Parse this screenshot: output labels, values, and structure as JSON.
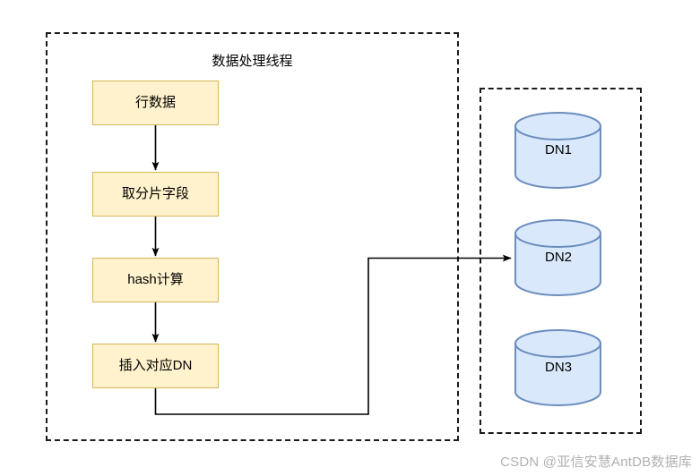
{
  "diagram": {
    "groups": [
      {
        "id": "thread",
        "title": "数据处理线程"
      },
      {
        "id": "dn",
        "title": ""
      }
    ],
    "process_boxes": [
      {
        "id": "row-data",
        "label": "行数据"
      },
      {
        "id": "shard-key",
        "label": "取分片字段"
      },
      {
        "id": "hash",
        "label": "hash计算"
      },
      {
        "id": "insert-dn",
        "label": "插入对应DN"
      }
    ],
    "datanodes": [
      {
        "id": "dn1",
        "label": "DN1"
      },
      {
        "id": "dn2",
        "label": "DN2"
      },
      {
        "id": "dn3",
        "label": "DN3"
      }
    ],
    "connectors": [
      {
        "from": "row-data",
        "to": "shard-key",
        "style": "straight-down-arrow"
      },
      {
        "from": "shard-key",
        "to": "hash",
        "style": "straight-down-arrow"
      },
      {
        "from": "hash",
        "to": "insert-dn",
        "style": "straight-down-arrow"
      },
      {
        "from": "insert-dn",
        "to": "dn2",
        "style": "orthogonal-down-right-up-right-arrow"
      }
    ],
    "colors": {
      "box_fill": "#fff2cc",
      "box_stroke": "#d6b656",
      "cylinder_fill": "#dae8fc",
      "cylinder_stroke": "#6c8ebf",
      "connector": "#000000",
      "group_border": "#1a1a1a",
      "text": "#000000",
      "watermark": "#b0b0b0",
      "background": "#ffffff"
    }
  },
  "watermark": {
    "text": "CSDN @亚信安慧AntDB数据库"
  }
}
